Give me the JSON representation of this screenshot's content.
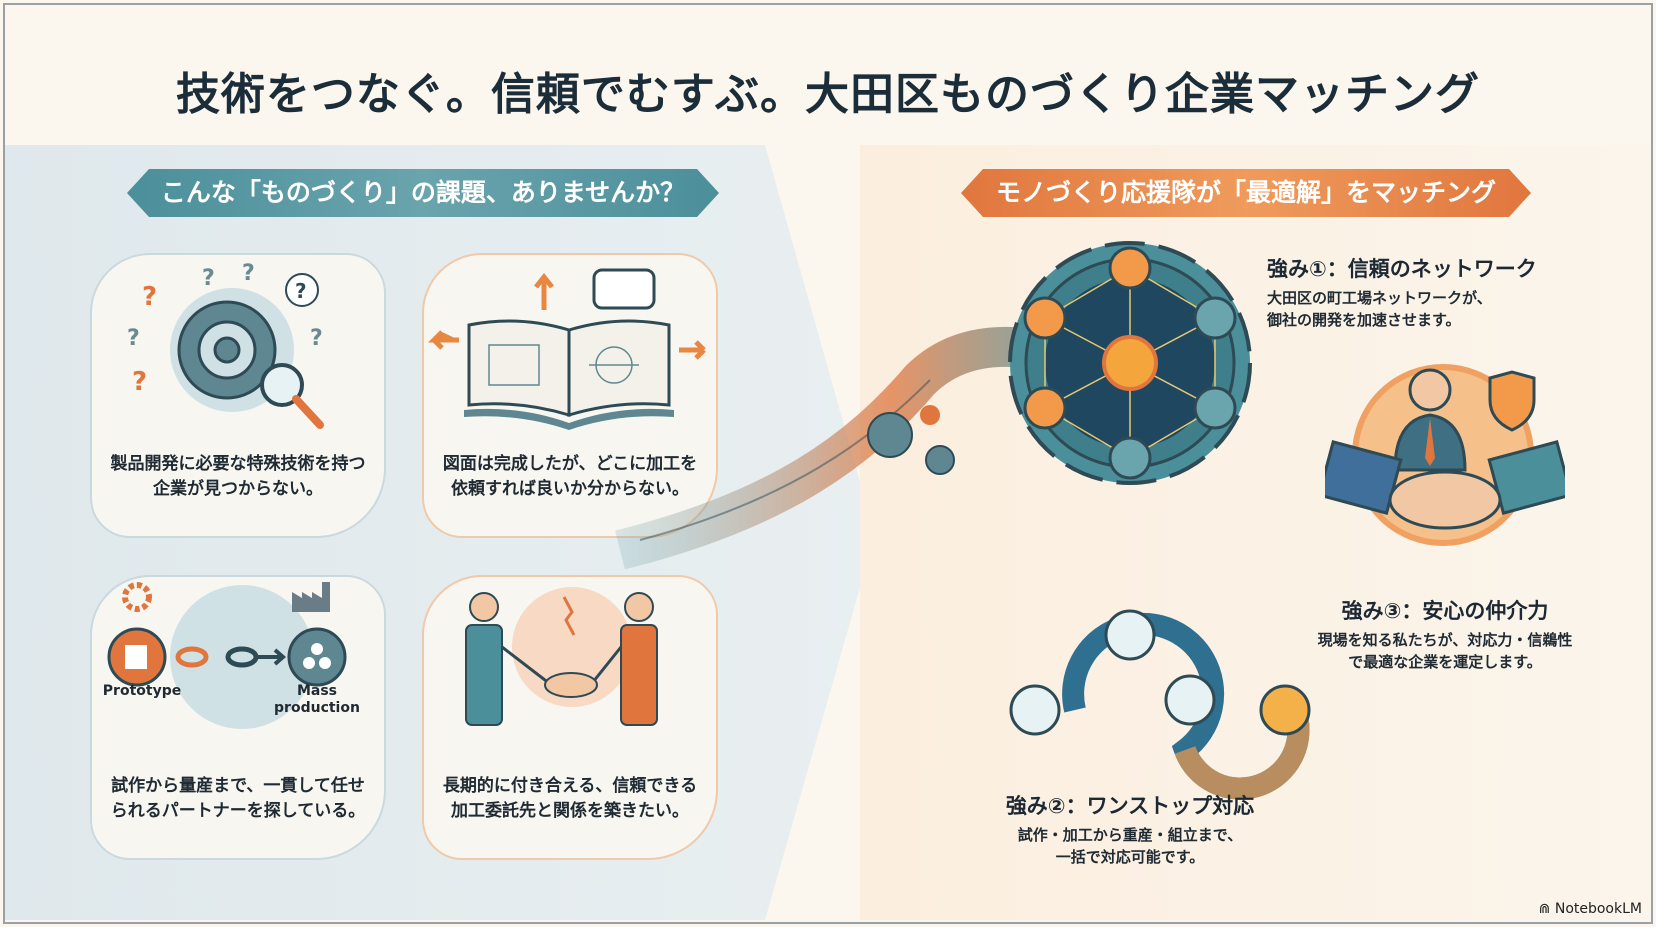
{
  "title": "技術をつなぐ。信頼でむすぶ。大田区ものづくり企業マッチング",
  "left": {
    "banner": "こんな「ものづくり」の課題、ありませんか？",
    "cards": [
      {
        "text": "製品開発に必要な特殊技術を持つ企業が見つからない。"
      },
      {
        "text": "図面は完成したが、どこに加工を依頼すれば良いか分からない。"
      },
      {
        "text": "試作から量産まで、一貫して任せられるパートナーを探している。",
        "labels": [
          "Prototype",
          "Mass production"
        ]
      },
      {
        "text": "長期的に付き合える、信頼できる加工委託先と関係を築きたい。"
      }
    ]
  },
  "right": {
    "banner": "モノづくり応援隊が「最適解」をマッチング",
    "strengths": [
      {
        "title": "強み①：信頼のネットワーク",
        "lines": [
          "大田区の町工場ネットワークが、",
          "御社の開発を加速させます。"
        ]
      },
      {
        "title": "強み②：ワンストップ対応",
        "lines": [
          "試作・加工から重産・組立まで、",
          "一括で対応可能です。"
        ]
      },
      {
        "title": "強み③：安心の仲介力",
        "lines": [
          "現場を知る私たちが、対応力・信鵜性",
          "で最適な企業を運定します。"
        ]
      }
    ]
  },
  "footer": {
    "brand": "NotebookLM"
  },
  "colors": {
    "teal": "#4b8f9a",
    "orange": "#e0763e",
    "navy": "#1c2d3a"
  }
}
